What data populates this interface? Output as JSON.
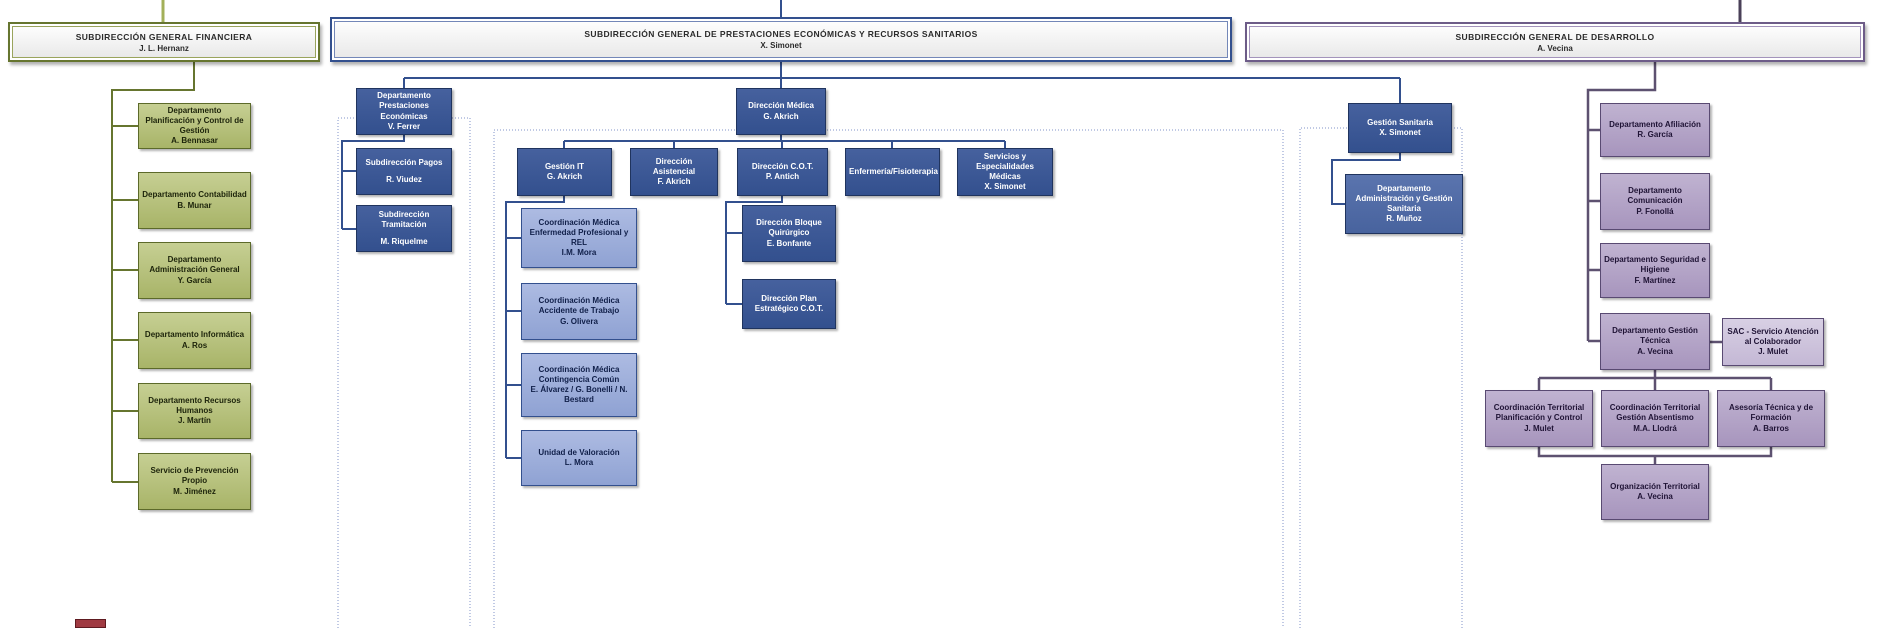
{
  "org": {
    "financiera": {
      "header": {
        "title": "SUBDIRECCIÓN GENERAL FINANCIERA",
        "name": "J. L. Hernanz"
      },
      "departments": [
        {
          "title": "Departamento Planificación y Control de Gestión",
          "name": "A. Bennasar"
        },
        {
          "title": "Departamento Contabilidad",
          "name": "B. Munar"
        },
        {
          "title": "Departamento Administración General",
          "name": "Y. García"
        },
        {
          "title": "Departamento Informática",
          "name": "A. Ros"
        },
        {
          "title": "Departamento Recursos Humanos",
          "name": "J. Martín"
        },
        {
          "title": "Servicio de Prevención Propio",
          "name": "M. Jiménez"
        }
      ]
    },
    "prestaciones": {
      "header": {
        "title": "SUBDIRECCIÓN GENERAL DE PRESTACIONES ECONÓMICAS Y RECURSOS SANITARIOS",
        "name": "X. Simonet"
      },
      "prestaciones_economicas": {
        "head": {
          "title": "Departamento Prestaciones Económicas",
          "name": "V. Ferrer"
        },
        "children": [
          {
            "title": "Subdirección Pagos",
            "name": "R. Viudez"
          },
          {
            "title": "Subdirección Tramitación",
            "name": "M. Riquelme"
          }
        ]
      },
      "direccion_medica": {
        "head": {
          "title": "Dirección Médica",
          "name": "G. Akrich"
        },
        "children": [
          {
            "title": "Gestión IT",
            "name": "G. Akrich"
          },
          {
            "title": "Dirección Asistencial",
            "name": "F. Akrich"
          },
          {
            "title": "Dirección C.O.T.",
            "name": "P. Antich"
          },
          {
            "title": "Enfermería/Fisioterapia",
            "name": ""
          },
          {
            "title": "Servicios y Especialidades Médicas",
            "name": "X. Simonet"
          }
        ],
        "gestion_it_children": [
          {
            "title": "Coordinación Médica Enfermedad Profesional y REL",
            "name": "I.M. Mora"
          },
          {
            "title": "Coordinación Médica Accidente de Trabajo",
            "name": "G. Olivera"
          },
          {
            "title": "Coordinación Médica Contingencia Común",
            "name": "E. Álvarez / G. Bonelli / N. Bestard"
          },
          {
            "title": "Unidad de Valoración",
            "name": "L. Mora"
          }
        ],
        "cot_children": [
          {
            "title": "Dirección Bloque Quirúrgico",
            "name": "E. Bonfante"
          },
          {
            "title": "Dirección Plan Estratégico C.O.T.",
            "name": ""
          }
        ]
      },
      "gestion_sanitaria": {
        "head": {
          "title": "Gestión Sanitaria",
          "name": "X. Simonet"
        },
        "children": [
          {
            "title": "Departamento Administración y Gestión Sanitaria",
            "name": "R. Muñoz"
          }
        ]
      }
    },
    "desarrollo": {
      "header": {
        "title": "SUBDIRECCIÓN GENERAL DE DESARROLLO",
        "name": "A. Vecina"
      },
      "departments": [
        {
          "title": "Departamento Afiliación",
          "name": "R. García"
        },
        {
          "title": "Departamento Comunicación",
          "name": "P. Fonollá"
        },
        {
          "title": "Departamento Seguridad e Higiene",
          "name": "F. Martínez"
        },
        {
          "title": "Departamento Gestión Técnica",
          "name": "A. Vecina"
        }
      ],
      "sac": {
        "title": "SAC - Servicio Atención al Colaborador",
        "name": "J. Mulet"
      },
      "gestion_tecnica_children": [
        {
          "title": "Coordinación Territorial Planificación y Control",
          "name": "J. Mulet"
        },
        {
          "title": "Coordinación Territorial Gestión Absentismo",
          "name": "M.A. Llodrá"
        },
        {
          "title": "Asesoría Técnica y de Formación",
          "name": "A. Barros"
        }
      ],
      "organizacion_territorial": {
        "title": "Organización Territorial",
        "name": "A. Vecina"
      }
    },
    "colors": {
      "financiera_accent": "#66752f",
      "financiera_fill": "#b5c17e",
      "prestaciones_accent": "#33508e",
      "prestaciones_fill_dark": "#3a5795",
      "prestaciones_fill_light": "#9cadd9",
      "prestaciones_fill_medium": "#4a66a5",
      "desarrollo_accent": "#5d5170",
      "desarrollo_fill": "#b2a3c7",
      "desarrollo_fill_light": "#cbc0db",
      "dotted_container": "#8293c9"
    }
  }
}
